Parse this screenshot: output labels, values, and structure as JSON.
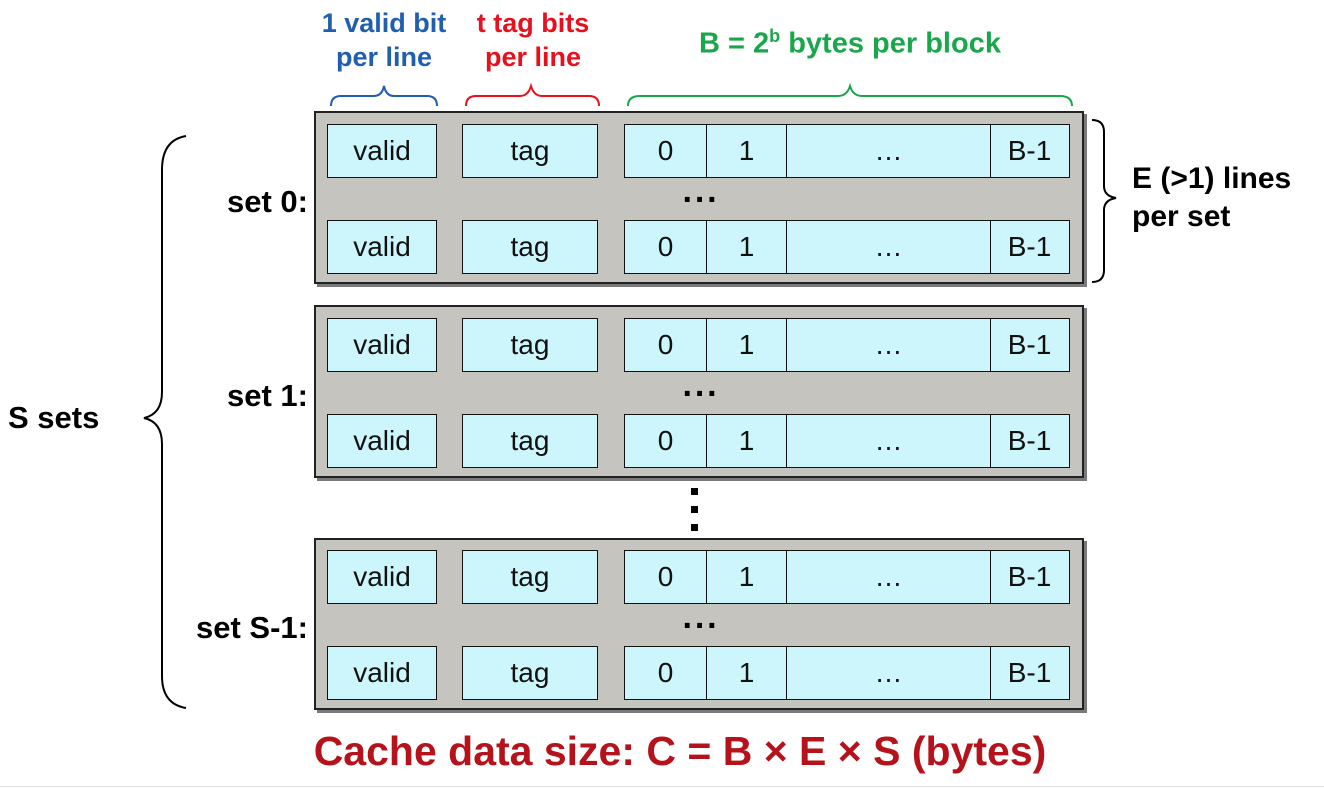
{
  "header_labels": {
    "valid": {
      "line1": "1 valid bit",
      "line2": "per line",
      "color": "#1f5fad"
    },
    "tag": {
      "line1": "t tag bits",
      "line2": "per line",
      "color": "#e8101c"
    },
    "block": {
      "prefix": "B = 2",
      "superscript": "b",
      "suffix": " bytes per block",
      "color": "#1aa64a"
    }
  },
  "line_fields": {
    "valid": "valid",
    "tag": "tag",
    "byte0": "0",
    "byte1": "1",
    "ellipsis": "…",
    "last": "B-1"
  },
  "sets": [
    {
      "label": "set 0:"
    },
    {
      "label": "set 1:"
    },
    {
      "label": "set S-1:"
    }
  ],
  "dots_between_lines": "···",
  "lines_label": {
    "line1": "E (>1) lines",
    "line2": "per set"
  },
  "sets_label": "S sets",
  "footer": {
    "text": "Cache data size: C = B × E × S (bytes)",
    "color": "#b5121b"
  },
  "colors": {
    "cell_fill": "#ccf6fb",
    "set_fill": "#c5c4bf"
  }
}
